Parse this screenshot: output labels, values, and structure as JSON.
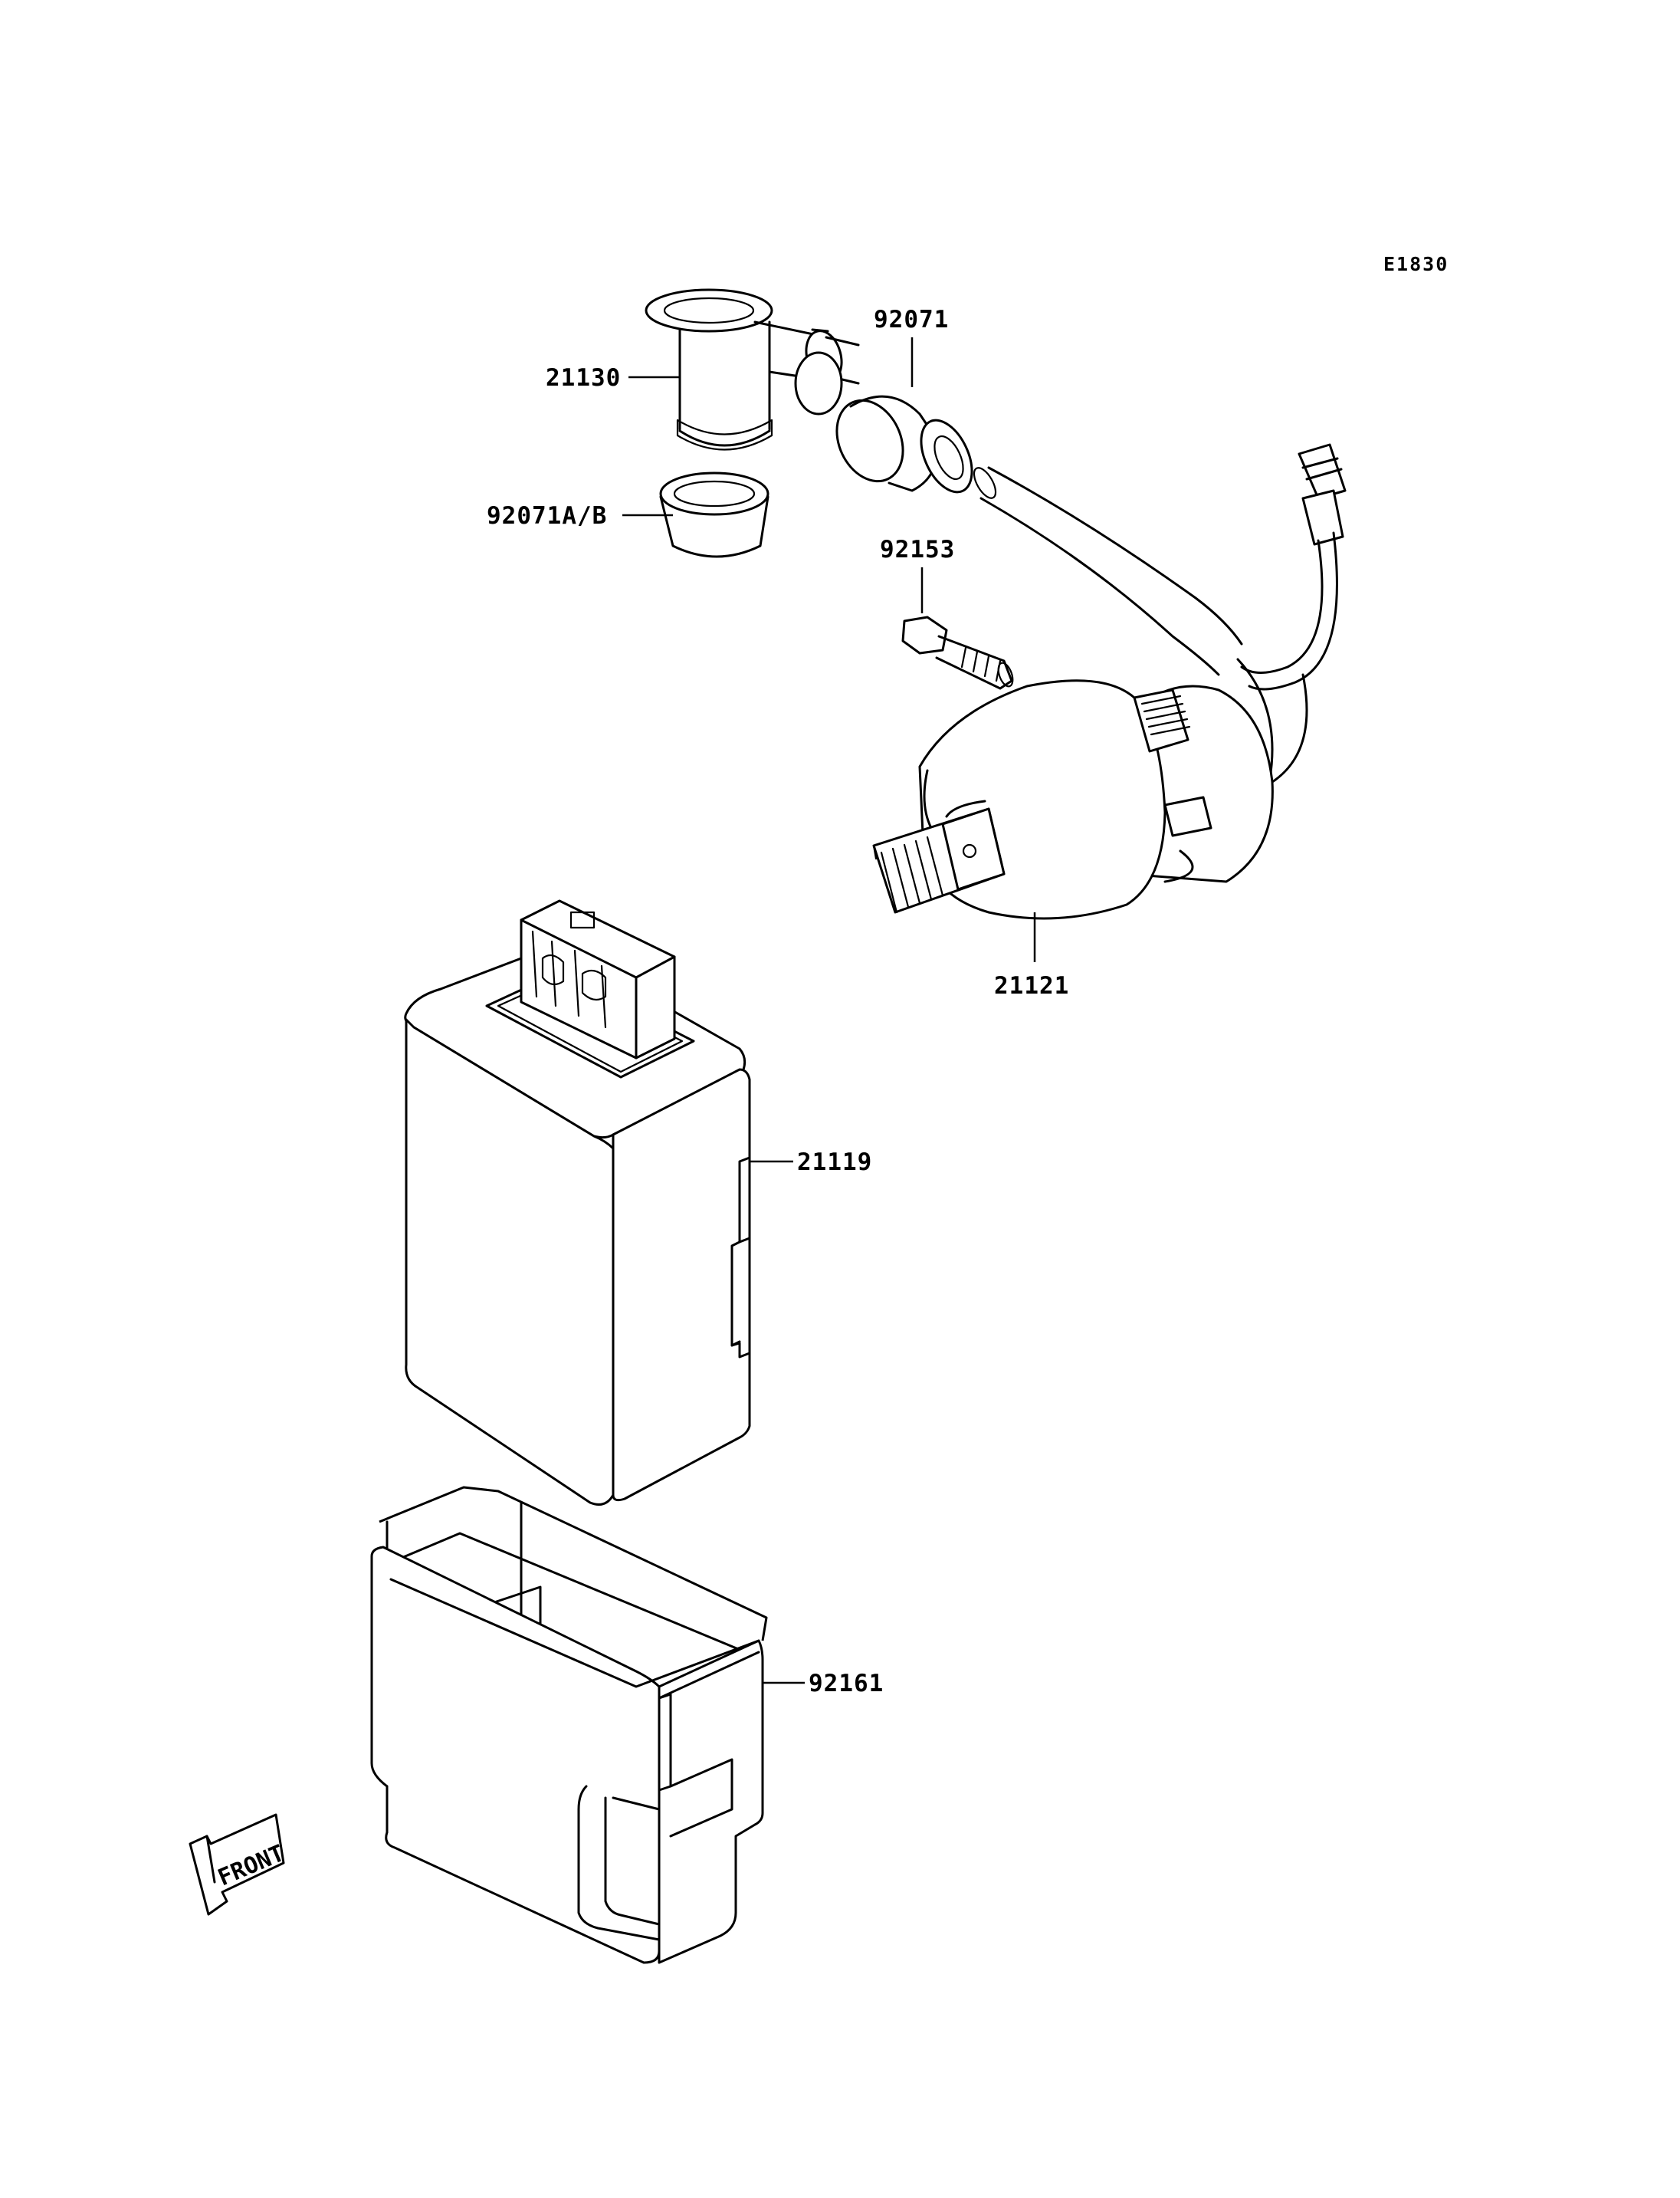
{
  "diagram_code": "E1830",
  "front_label": "FRONT",
  "parts": [
    {
      "id": "part-21130",
      "number": "21130"
    },
    {
      "id": "part-92071",
      "number": "92071"
    },
    {
      "id": "part-92071ab",
      "number": "92071A/B"
    },
    {
      "id": "part-92153",
      "number": "92153"
    },
    {
      "id": "part-21121",
      "number": "21121"
    },
    {
      "id": "part-21119",
      "number": "21119"
    },
    {
      "id": "part-92161",
      "number": "92161"
    }
  ]
}
